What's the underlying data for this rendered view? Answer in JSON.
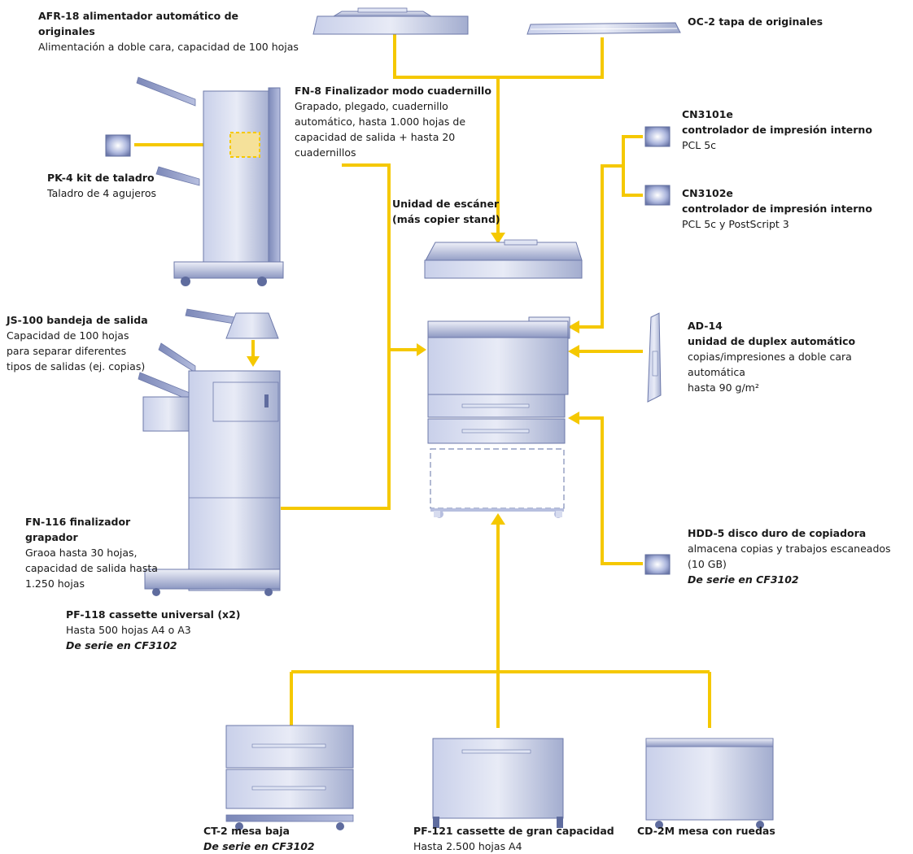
{
  "colors": {
    "connector": "#f5c800",
    "device": "#9aa6cf",
    "device_light": "#dfe4f3",
    "device_dark": "#5f6c9e",
    "dashed": "#7e8bb6"
  },
  "labels": {
    "afr18": {
      "title": "AFR-18 alimentador automático de originales",
      "desc": "Alimentación a doble cara, capacidad de 100 hojas"
    },
    "oc2": {
      "title": "OC-2 tapa de originales"
    },
    "fn8": {
      "title": "FN-8 Finalizador modo cuadernillo",
      "desc": "Grapado, plegado, cuadernillo automático, hasta 1.000 hojas de capacidad de salida + hasta 20 cuadernillos"
    },
    "pk4": {
      "title": "PK-4 kit de taladro",
      "desc": "Taladro de 4 agujeros"
    },
    "cn3101e": {
      "title": "CN3101e",
      "subtitle": "controlador de impresión interno",
      "desc": "PCL 5c"
    },
    "cn3102e": {
      "title": "CN3102e",
      "subtitle": "controlador de impresión interno",
      "desc": "PCL 5c y PostScript 3"
    },
    "scanner": {
      "title": "Unidad de escáner",
      "subtitle": "(más copier stand)"
    },
    "js100": {
      "title": "JS-100 bandeja de salida",
      "desc": "Capacidad de 100 hojas para separar diferentes tipos de salidas (ej. copias)"
    },
    "ad14": {
      "title": "AD-14",
      "subtitle": "unidad de duplex automático",
      "desc": "copias/impresiones a doble cara automática",
      "desc2": "hasta 90 g/m²"
    },
    "fn116": {
      "title": "FN-116 finalizador grapador",
      "desc": "Graoa hasta 30 hojas, capacidad de salida hasta 1.250 hojas"
    },
    "hdd5": {
      "title": "HDD-5 disco duro de copiadora",
      "desc": "almacena copias y trabajos escaneados (10 GB)",
      "std": "De serie en CF3102"
    },
    "pf118": {
      "title": "PF-118 cassette universal (x2)",
      "desc": "Hasta 500 hojas A4 o A3",
      "std": "De serie en CF3102"
    },
    "ct2": {
      "title": "CT-2 mesa baja",
      "std": "De serie en CF3102"
    },
    "pf121": {
      "title": "PF-121 cassette de gran capacidad",
      "desc": "Hasta 2.500 hojas A4"
    },
    "cd2m": {
      "title": "CD-2M mesa con ruedas"
    }
  }
}
